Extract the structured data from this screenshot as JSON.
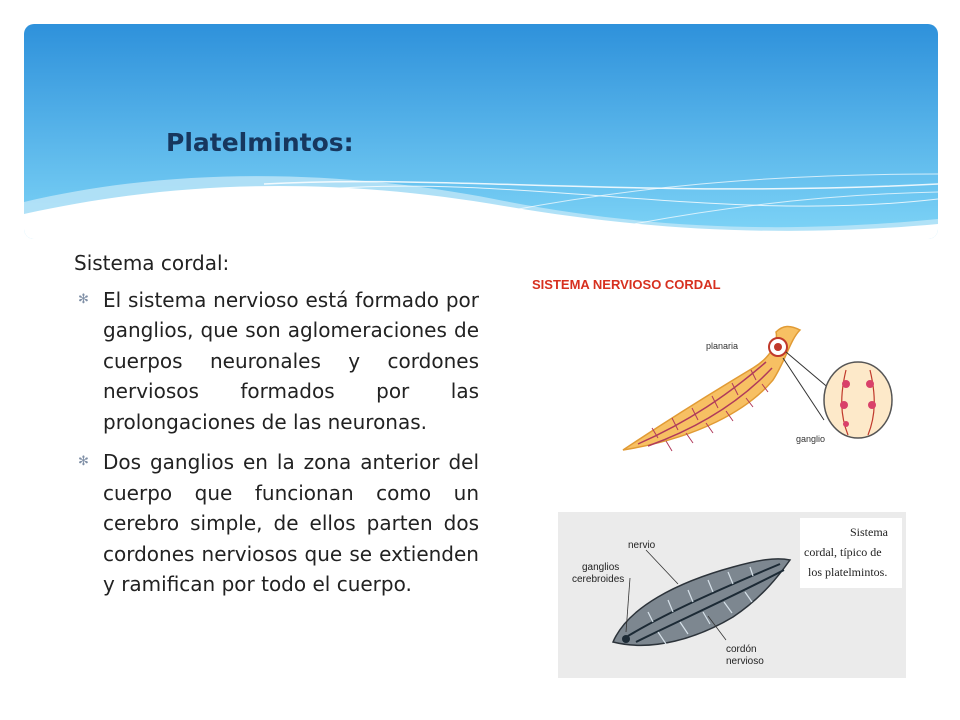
{
  "slide": {
    "title": "Platelmintos:",
    "section_title": "Sistema cordal:",
    "bullets": [
      "El sistema nervioso está formado por ganglios, que son aglomeraciones de cuerpos neuronales y cordones nerviosos formados por las prolongaciones de las neuronas.",
      "Dos ganglios en la zona anterior del cuerpo que funcionan como un cerebro simple, de ellos parten dos cordones nerviosos que se extienden y ramifican por todo el cuerpo."
    ],
    "bullet_glyph": "✻"
  },
  "figure1": {
    "heading": "SISTEMA NERVIOSO CORDAL",
    "label_planaria": "planaria",
    "label_ganglio": "ganglio"
  },
  "figure2": {
    "label_nervio": "nervio",
    "label_ganglios": "ganglios",
    "label_cerebroides": "cerebroides",
    "label_cordon": "cordón",
    "label_nervioso": "nervioso",
    "caption_line1": "Sistema",
    "caption_line2": "cordal, típico de",
    "caption_line3": "los platelmintos."
  },
  "colors": {
    "header_top": "#2b8fd9",
    "header_bottom": "#7cd3f5",
    "title": "#17375e",
    "figure_heading": "#d7301f",
    "planaria_body": "#f7c063"
  }
}
